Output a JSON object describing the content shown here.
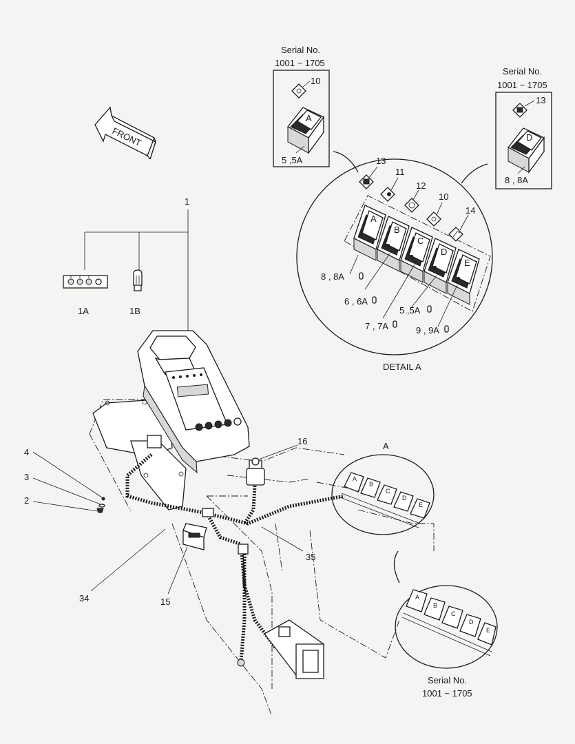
{
  "diagram": {
    "front_label": "FRONT",
    "detail_label": "DETAIL  A",
    "callout_a": "A",
    "serial": {
      "top_left": {
        "title": "Serial No.",
        "range": "1001 ~ 1705"
      },
      "top_right": {
        "title": "Serial No.",
        "range": "1001 ~ 1705"
      },
      "bottom_right": {
        "title": "Serial No.",
        "range": "1001 ~ 1705"
      }
    },
    "inset_left": {
      "icon_ref": "10",
      "switch_letter": "A",
      "part_ref": "5 ,5A"
    },
    "inset_right": {
      "icon_ref": "13",
      "switch_letter": "D",
      "part_ref": "8 , 8A"
    },
    "detail_switches": [
      "A",
      "B",
      "C",
      "D",
      "E"
    ],
    "detail_icon_refs": [
      "13",
      "11",
      "12",
      "10",
      "14"
    ],
    "detail_part_refs": [
      "8 , 8A",
      "6 , 6A",
      "5 ,5A",
      "7 , 7A",
      "9 , 9A"
    ],
    "small_switches": [
      "A",
      "B",
      "C",
      "D",
      "E"
    ],
    "bottom_switches": [
      "A",
      "B",
      "C",
      "D",
      "E"
    ],
    "callouts": {
      "c1": "1",
      "c1a": "1A",
      "c1b": "1B",
      "c2": "2",
      "c3": "3",
      "c4": "4",
      "c15": "15",
      "c16": "16",
      "c34": "34",
      "c35": "35"
    }
  }
}
